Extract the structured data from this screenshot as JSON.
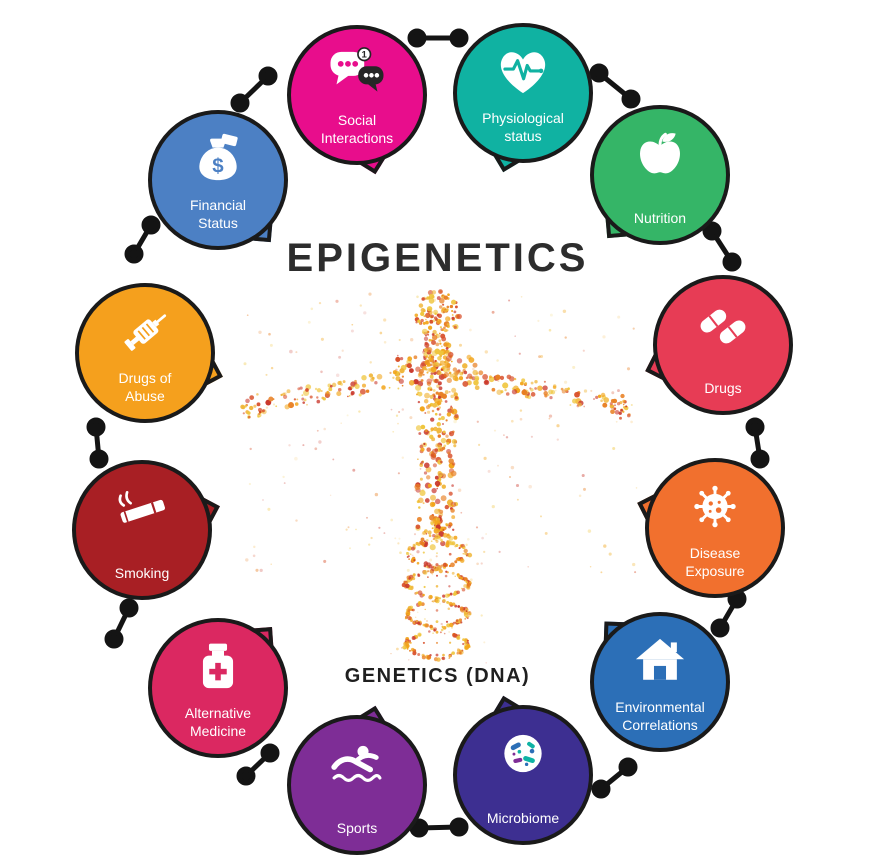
{
  "title": "EPIGENETICS",
  "center_label": "GENETICS (DNA)",
  "bubbles": [
    {
      "id": "social-interactions",
      "label": "Social\nInteractions",
      "color": "#E80D8C",
      "icon": "chat-icon",
      "badge": "1"
    },
    {
      "id": "physiological-status",
      "label": "Physiological\nstatus",
      "color": "#10B2A2",
      "icon": "heart-pulse-icon"
    },
    {
      "id": "nutrition",
      "label": "Nutrition",
      "color": "#35B567",
      "icon": "apple-icon"
    },
    {
      "id": "drugs",
      "label": "Drugs",
      "color": "#E73C55",
      "icon": "pills-icon"
    },
    {
      "id": "disease-exposure",
      "label": "Disease\nExposure",
      "color": "#F1702E",
      "icon": "virus-icon"
    },
    {
      "id": "environmental-correlations",
      "label": "Environmental\nCorrelations",
      "color": "#2C6FB7",
      "icon": "house-icon"
    },
    {
      "id": "microbiome",
      "label": "Microbiome",
      "color": "#3D2F91",
      "icon": "microbes-icon"
    },
    {
      "id": "sports",
      "label": "Sports",
      "color": "#7E2D96",
      "icon": "swimmer-icon"
    },
    {
      "id": "alternative-medicine",
      "label": "Alternative\nMedicine",
      "color": "#DB2861",
      "icon": "medicine-bottle-icon"
    },
    {
      "id": "smoking",
      "label": "Smoking",
      "color": "#A81F24",
      "icon": "cigarette-icon"
    },
    {
      "id": "drugs-of-abuse",
      "label": "Drugs of\nAbuse",
      "color": "#F5A01D",
      "icon": "syringe-icon"
    },
    {
      "id": "financial-status",
      "label": "Financial\nStatus",
      "color": "#4C80C4",
      "icon": "money-bag-icon",
      "currency": "$"
    }
  ],
  "colors": {
    "outline": "#1a1a1a",
    "title_text": "#2d2d2d",
    "label_text": "#ffffff",
    "connector": "#141414",
    "figure_palette": [
      "#F2A51A",
      "#E87F22",
      "#D8502B",
      "#EFC53C",
      "#F0B63A",
      "#C9372B"
    ]
  }
}
